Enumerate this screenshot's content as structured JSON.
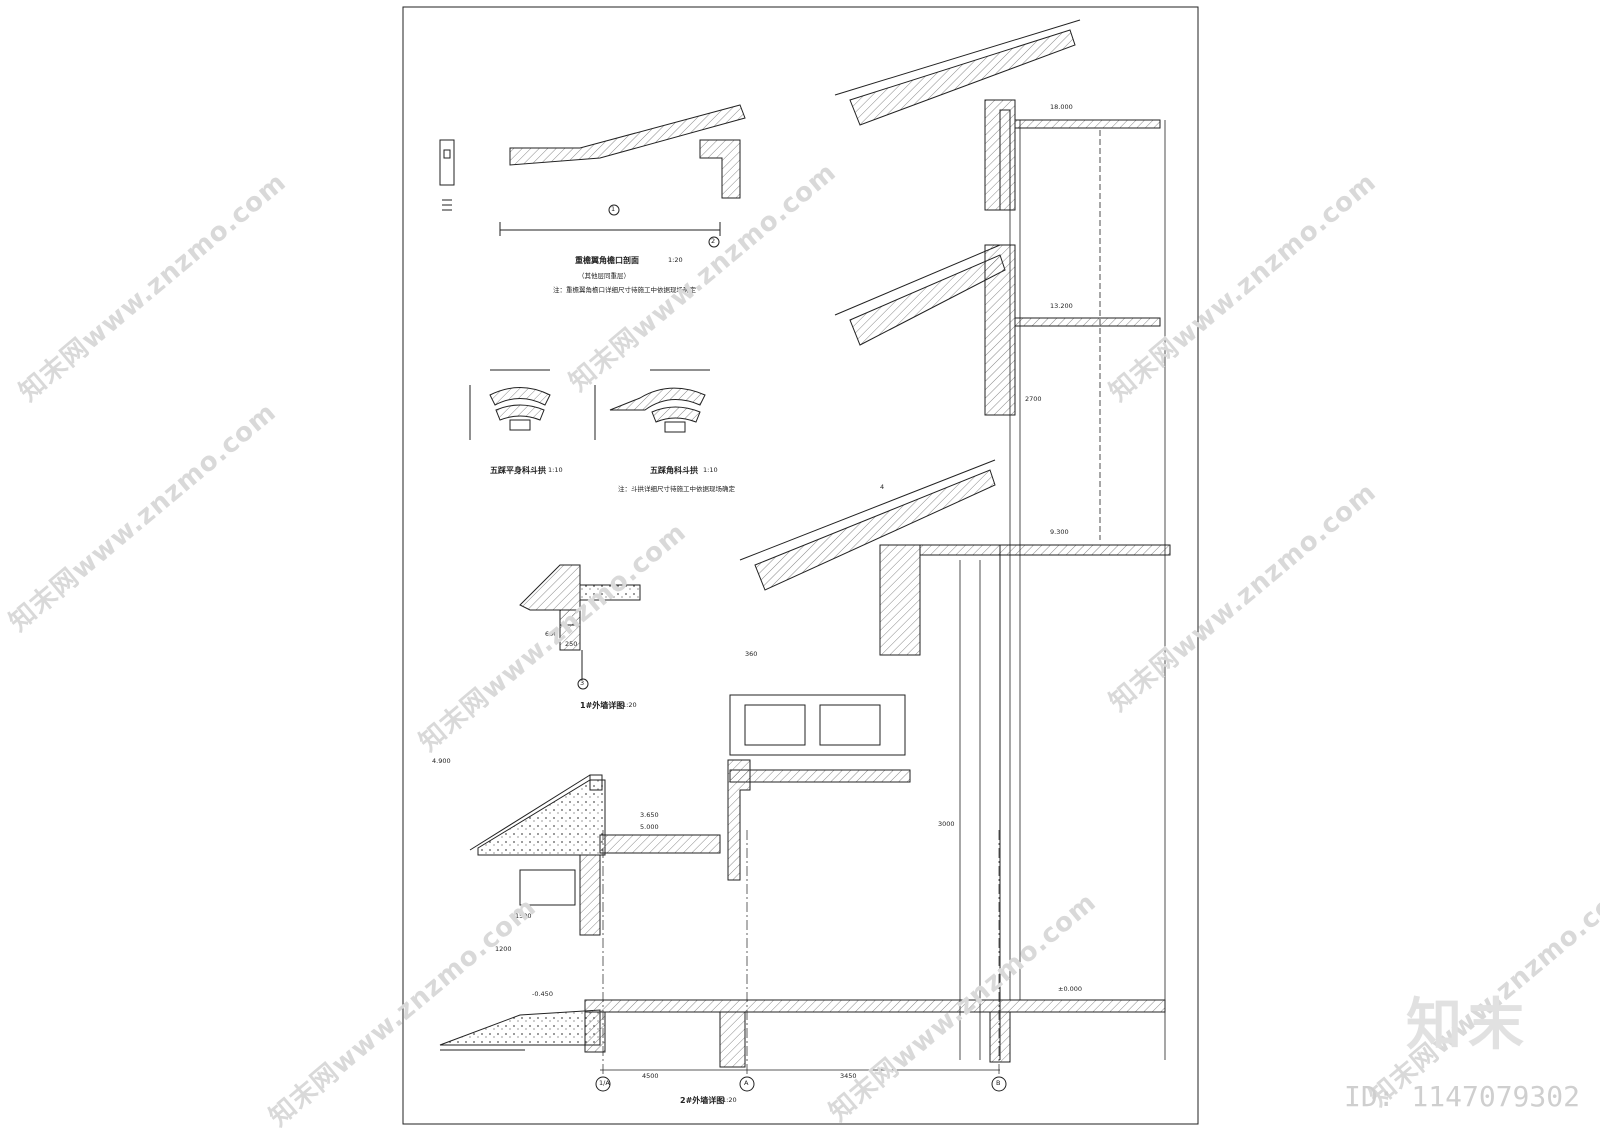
{
  "drawing": {
    "titles": {
      "eave_section": "重檐翼角檐口剖面",
      "eave_section_sub": "（其他层同重层）",
      "eave_note": "注：重檐翼角檐口详细尺寸待施工中依据现场确定",
      "bracket_left": "五踩平身科斗拱",
      "bracket_right": "五踩角科斗拱",
      "bracket_note": "注：斗拱详细尺寸待施工中依据现场确定",
      "wall_detail_1": "1#外墙详图",
      "wall_detail_2": "2#外墙详图"
    },
    "scales": {
      "s20": "1:20",
      "s10": "1:10"
    },
    "axis_labels": [
      "A",
      "B",
      "1/A"
    ],
    "callouts": [
      "1",
      "2",
      "3",
      "4"
    ],
    "elevations": [
      "18.000",
      "13.200",
      "9.300",
      "5.000",
      "±0.000",
      "-0.450",
      "4.900",
      "3.650"
    ],
    "dimensions": [
      "1500",
      "4500",
      "3450",
      "2700",
      "1200",
      "600",
      "360",
      "250",
      "3000"
    ]
  },
  "watermarks": {
    "site": "知末网www.znzmo.com",
    "brand": "知末",
    "id": "ID: 1147079302"
  },
  "colors": {
    "line": "#222222",
    "hatch": "#555555",
    "watermark": "#d9d9d9"
  }
}
